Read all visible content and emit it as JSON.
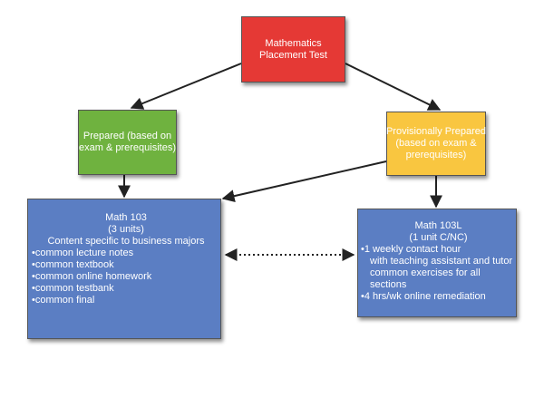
{
  "colors": {
    "placement_test": "#e53935",
    "prepared": "#6fb23f",
    "provisional": "#f9c640",
    "course": "#5b7ec3",
    "edge": "#222222"
  },
  "nodes": {
    "placement_test": {
      "lines": [
        "Mathematics",
        "Placement Test"
      ]
    },
    "prepared": {
      "lines": [
        "Prepared (based on",
        "exam & prerequisites)"
      ]
    },
    "provisional": {
      "lines": [
        "Provisionally Prepared",
        "(based on exam &",
        "prerequisites)"
      ]
    },
    "math103": {
      "header": [
        "Math 103",
        "(3 units)",
        "Content specific to business majors"
      ],
      "bullets": [
        "•common lecture notes",
        "•common textbook",
        "•common online homework",
        "•common testbank",
        "•common final"
      ]
    },
    "math103l": {
      "header": [
        "Math 103L",
        "(1 unit C/NC)"
      ],
      "lines": [
        "•1 weekly contact hour",
        "with teaching assistant and tutor",
        "common exercises for all",
        "sections",
        "•4 hrs/wk online remediation"
      ]
    }
  }
}
